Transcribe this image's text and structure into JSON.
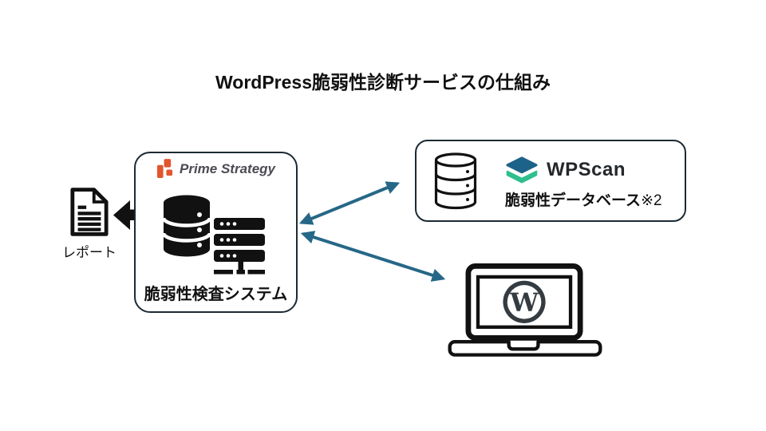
{
  "title": "WordPress脆弱性診断サービスの仕組み",
  "report": {
    "label": "レポート"
  },
  "scanner_box": {
    "brand": "Prime Strategy",
    "label": "脆弱性検査システム"
  },
  "wpscan_box": {
    "brand": "WPScan",
    "label": "脆弱性データベース",
    "note": "※2"
  },
  "wordpress_site": {
    "monogram": "W"
  },
  "colors": {
    "arrow": "#266787",
    "box_border": "#1b2a33",
    "brand_orange": "#e2552e",
    "brand_text": "#4b4b52",
    "wpscan_blue": "#1d6289",
    "wpscan_green": "#2fbf8f",
    "wordpress_dark": "#343b41"
  }
}
